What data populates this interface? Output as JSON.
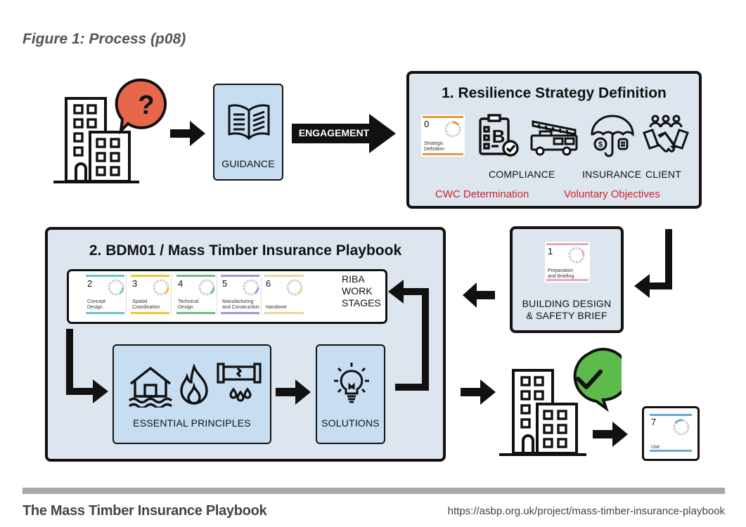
{
  "figure_title": "Figure 1: Process (p08)",
  "top_row": {
    "question_icon_color": "#e8674a",
    "guidance_label": "GUIDANCE",
    "engagement_label": "ENGAGEMENT"
  },
  "stage1": {
    "title": "1. Resilience Strategy Definition",
    "card": {
      "number": "0",
      "name_line1": "Strategic",
      "name_line2": "Definition",
      "color": "#e8963a"
    },
    "compliance_label": "COMPLIANCE",
    "insurance_label": "INSURANCE",
    "client_label": "CLIENT",
    "cwc_label": "CWC Determination",
    "voluntary_label": "Voluntary Objectives"
  },
  "brief": {
    "card": {
      "number": "1",
      "name_line1": "Preparation",
      "name_line2": "and Briefing",
      "color": "#e7a7bd"
    },
    "label_line1": "BUILDING DESIGN",
    "label_line2": "& SAFETY BRIEF"
  },
  "stage2": {
    "title": "2. BDM01 / Mass Timber Insurance Playbook",
    "riba_stages": [
      {
        "number": "2",
        "name_line1": "Concept",
        "name_line2": "Design",
        "color": "#6cc4c9"
      },
      {
        "number": "3",
        "name_line1": "Spatial",
        "name_line2": "Coordination",
        "color": "#edc531"
      },
      {
        "number": "4",
        "name_line1": "Technical",
        "name_line2": "Design",
        "color": "#72b98c"
      },
      {
        "number": "5",
        "name_line1": "Manufacturing",
        "name_line2": "and Construction",
        "color": "#9d98d2"
      },
      {
        "number": "6",
        "name_line1": "",
        "name_line2": "Handover",
        "color": "#efd39a"
      }
    ],
    "riba_label": [
      "RIBA",
      "WORK",
      "STAGES"
    ],
    "principles_label": "ESSENTIAL PRINCIPLES",
    "solutions_label": "SOLUTIONS"
  },
  "outcome": {
    "check_icon_color": "#5dbb4c",
    "card": {
      "number": "7",
      "name_line1": "",
      "name_line2": "Use",
      "color": "#6ba6cc"
    }
  },
  "footer": {
    "title": "The Mass Timber Insurance Playbook",
    "url": "https://asbp.org.uk/project/mass-timber-insurance-playbook"
  }
}
